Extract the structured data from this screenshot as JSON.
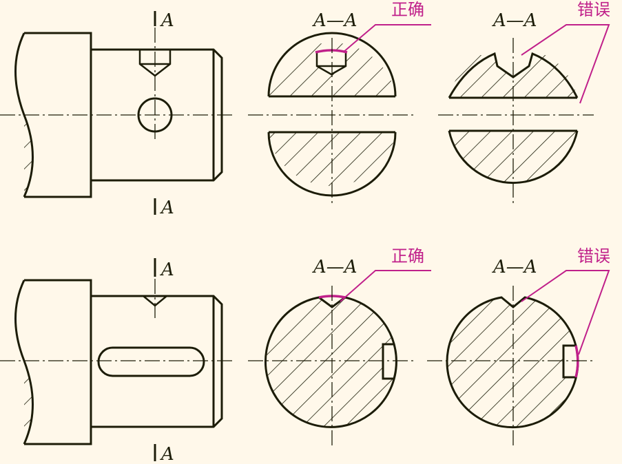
{
  "colors": {
    "line": "#1c1c08",
    "highlight": "#c0208a",
    "background": "#fff8ea"
  },
  "top_row": {
    "view_cut_label_top": "A",
    "view_cut_label_bottom": "A",
    "correct_section": {
      "title": "A—A",
      "note": "正确"
    },
    "wrong_section": {
      "title": "A—A",
      "note": "错误"
    }
  },
  "bottom_row": {
    "view_cut_label_top": "A",
    "view_cut_label_bottom": "A",
    "correct_section": {
      "title": "A—A",
      "note": "正确"
    },
    "wrong_section": {
      "title": "A—A",
      "note": "错误"
    }
  }
}
